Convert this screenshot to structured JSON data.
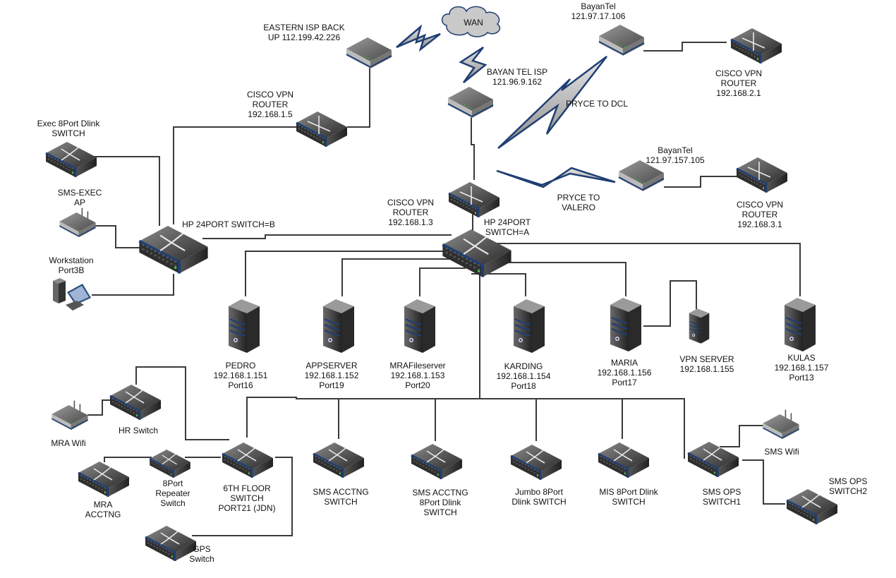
{
  "title": "Network Diagram",
  "colors": {
    "line": "#3a3a3a",
    "accent": "#1f3f73",
    "device_dark": "#2b2b2b",
    "device_light": "#9a9a9a"
  },
  "nodes": [
    {
      "id": "wan",
      "type": "cloud",
      "label": "WAN"
    },
    {
      "id": "eastern_isp",
      "type": "modem",
      "label": "EASTERN ISP BACK\nUP 112.199.42.226"
    },
    {
      "id": "bayantel_isp",
      "type": "modem",
      "label": "BAYAN TEL ISP\n121.96.9.162"
    },
    {
      "id": "bayantel_106",
      "type": "modem",
      "label": "BayanTel\n121.97.17.106"
    },
    {
      "id": "cisco_2_1",
      "type": "router",
      "label": "CISCO VPN\nROUTER\n192.168.2.1"
    },
    {
      "id": "bayantel_105",
      "type": "modem",
      "label": "BayanTel\n121.97.157.105"
    },
    {
      "id": "cisco_3_1",
      "type": "router",
      "label": "CISCO VPN\nROUTER\n192.168.3.1"
    },
    {
      "id": "cisco_1_5",
      "type": "router",
      "label": "CISCO VPN\nROUTER\n192.168.1.5"
    },
    {
      "id": "cisco_1_3",
      "type": "router",
      "label": "CISCO VPN\nROUTER\n192.168.1.3"
    },
    {
      "id": "hp_switch_a",
      "type": "switch",
      "label": "HP 24PORT\nSWITCH=A"
    },
    {
      "id": "hp_switch_b",
      "type": "switch",
      "label": "HP 24PORT SWITCH=B"
    },
    {
      "id": "exec_switch",
      "type": "switch",
      "label": "Exec 8Port Dlink\nSWITCH"
    },
    {
      "id": "sms_exec_ap",
      "type": "ap",
      "label": "SMS-EXEC\nAP"
    },
    {
      "id": "workstation",
      "type": "workstation",
      "label": "Workstation\nPort3B"
    },
    {
      "id": "pedro",
      "type": "server",
      "label": "PEDRO\n192.168.1.151\nPort16"
    },
    {
      "id": "appserver",
      "type": "server",
      "label": "APPSERVER\n192.168.1.152\nPort19"
    },
    {
      "id": "mrafileserver",
      "type": "server",
      "label": "MRAFileserver\n192.168.1.153\nPort20"
    },
    {
      "id": "karding",
      "type": "server",
      "label": "KARDING\n192.168.1.154\nPort18"
    },
    {
      "id": "maria",
      "type": "server",
      "label": "MARIA\n192.168.1.156\nPort17"
    },
    {
      "id": "vpn_server",
      "type": "server_small",
      "label": "VPN SERVER\n192.168.1.155"
    },
    {
      "id": "kulas",
      "type": "server",
      "label": "KULAS\n192.168.1.157\nPort13"
    },
    {
      "id": "hr_switch",
      "type": "switch",
      "label": "HR Switch"
    },
    {
      "id": "mra_wifi",
      "type": "ap",
      "label": "MRA Wifi"
    },
    {
      "id": "mra_acctng",
      "type": "switch",
      "label": "MRA\nACCTNG"
    },
    {
      "id": "repeater_switch",
      "type": "switch_small",
      "label": "8Port\nRepeater\nSwitch"
    },
    {
      "id": "sixth_floor",
      "type": "switch",
      "label": "6TH FLOOR\nSWITCH\nPORT21 (JDN)"
    },
    {
      "id": "gps_switch",
      "type": "switch",
      "label": "GPS\nSwitch"
    },
    {
      "id": "sms_acctng",
      "type": "switch",
      "label": "SMS ACCTNG\nSWITCH"
    },
    {
      "id": "sms_acctng_8",
      "type": "switch",
      "label": "SMS ACCTNG\n8Port Dlink\nSWITCH"
    },
    {
      "id": "jumbo",
      "type": "switch",
      "label": "Jumbo 8Port\nDlink SWITCH"
    },
    {
      "id": "mis",
      "type": "switch",
      "label": "MIS 8Port Dlink\nSWITCH"
    },
    {
      "id": "sms_ops1",
      "type": "switch",
      "label": "SMS OPS\nSWITCH1"
    },
    {
      "id": "sms_wifi",
      "type": "ap",
      "label": "SMS Wifi"
    },
    {
      "id": "sms_ops2",
      "type": "switch",
      "label": "SMS OPS\nSWITCH2"
    }
  ],
  "wireless_links": [
    {
      "id": "eastern_to_wan",
      "label": ""
    },
    {
      "id": "wan_to_bayantel",
      "label": ""
    },
    {
      "id": "pryce_to_dcl",
      "label": "PRYCE TO DCL"
    },
    {
      "id": "pryce_to_valero",
      "label": "PRYCE TO\nVALERO"
    }
  ]
}
